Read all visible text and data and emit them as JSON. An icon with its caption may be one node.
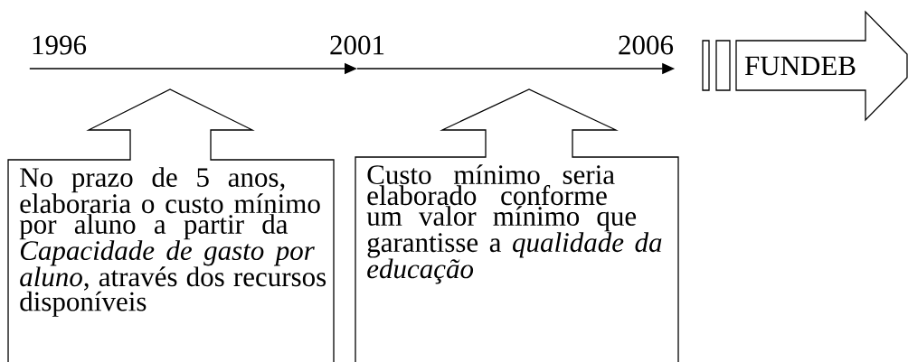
{
  "diagram": {
    "nodes": [
      {
        "text": [
          "1996"
        ]
      },
      {
        "text": [
          "2001"
        ]
      },
      {
        "text": [
          "2006"
        ]
      },
      {
        "text": [
          "FUNDEB"
        ]
      },
      {
        "text": [
          "No prazo de 5 anos, elaboraria o custo mínimo por aluno a partir da *Capacidade de gasto por aluno*, através dos recursos disponíveis"
        ]
      },
      {
        "text": [
          "Custo mínimo seria elaborado conforme um valor mínimo que garantisse a *qualidade da educação*"
        ]
      }
    ],
    "edges": [
      {
        "from": 0,
        "to": 1,
        "arrow": "to"
      },
      {
        "from": 1,
        "to": 2,
        "arrow": "to"
      }
    ]
  }
}
